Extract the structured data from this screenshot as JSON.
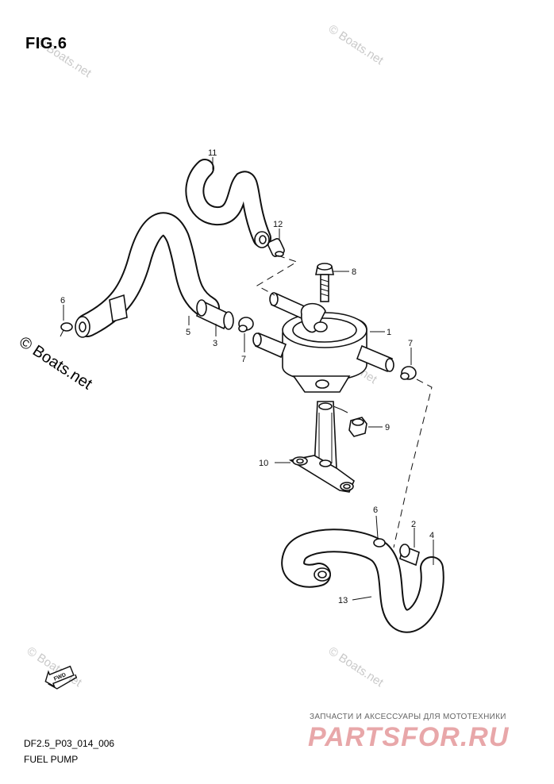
{
  "figure": {
    "title": "FIG.6",
    "code": "DF2.5_P03_014_006",
    "name": "FUEL PUMP"
  },
  "watermark": {
    "small": "© Boats.net",
    "large": "© Boats.net"
  },
  "promo": {
    "tagline": "ЗАПЧАСТИ И АКСЕССУАРЫ ДЛЯ МОТОТЕХНИКИ",
    "brand": "PARTSFOR.RU"
  },
  "fwd_label": "FWD",
  "callouts": [
    "1",
    "2",
    "3",
    "4",
    "5",
    "6",
    "6",
    "7",
    "7",
    "8",
    "9",
    "10",
    "11",
    "12",
    "13"
  ]
}
